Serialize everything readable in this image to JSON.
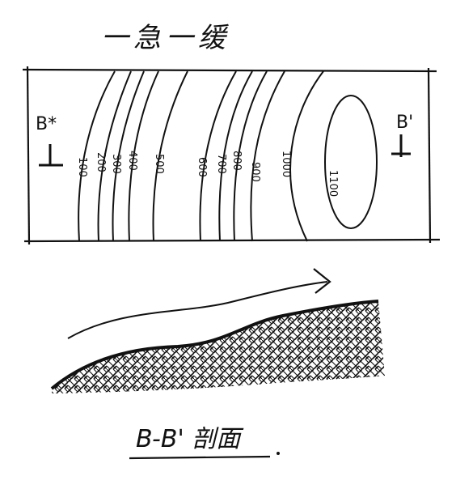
{
  "title": "一急一缓",
  "map": {
    "left_marker": "B*",
    "right_marker": "B'",
    "contour_labels": [
      "100",
      "200",
      "300",
      "400",
      "500",
      "600",
      "700",
      "800",
      "900",
      "1000",
      "1100"
    ]
  },
  "profile": {
    "caption": "B-B' 剖面"
  },
  "colors": {
    "ink": "#111111",
    "paper": "#ffffff"
  }
}
